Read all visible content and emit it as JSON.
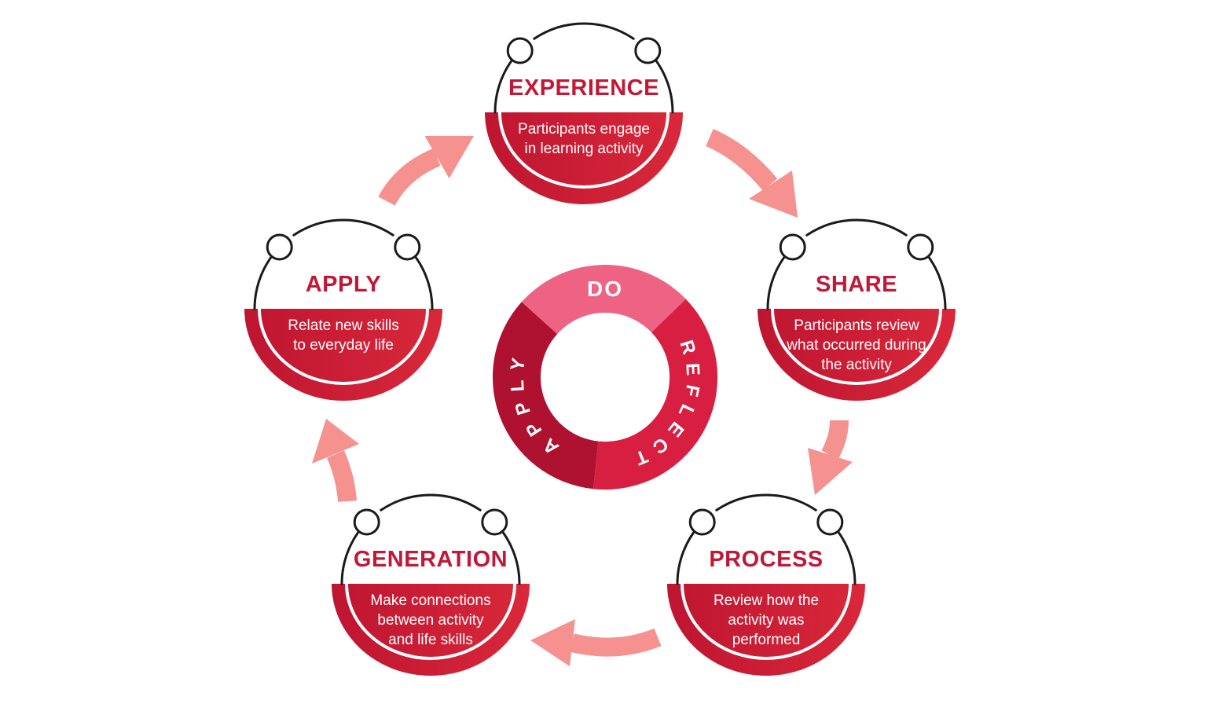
{
  "diagram": {
    "name": "experiential-learning-cycle",
    "background_color": "#FFFFFF",
    "center_wheel": {
      "segments": [
        {
          "label": "DO",
          "color": "#EE6384"
        },
        {
          "label": "REFLECT",
          "color": "#D81F41"
        },
        {
          "label": "APPLY",
          "color": "#AF1130"
        }
      ]
    },
    "nodes": [
      {
        "id": "experience",
        "title": "EXPERIENCE",
        "description_lines": [
          "Participants engage",
          "in learning activity"
        ]
      },
      {
        "id": "share",
        "title": "SHARE",
        "description_lines": [
          "Participants review",
          "what occurred during",
          "the activity"
        ]
      },
      {
        "id": "process",
        "title": "PROCESS",
        "description_lines": [
          "Review how the",
          "activity was",
          "performed"
        ]
      },
      {
        "id": "generation",
        "title": "GENERATION",
        "description_lines": [
          "Make connections",
          "between activity",
          "and life skills"
        ]
      },
      {
        "id": "apply",
        "title": "APPLY",
        "description_lines": [
          "Relate new skills",
          "to everyday life"
        ]
      }
    ],
    "colors": {
      "node_title_text": "#C21837",
      "node_fill_gradient_left": "#BE1531",
      "node_fill_gradient_right": "#D9283A",
      "node_description_text": "#FFFFFF",
      "outline": "#1A1A1A",
      "arrow": "#F5918F"
    }
  }
}
